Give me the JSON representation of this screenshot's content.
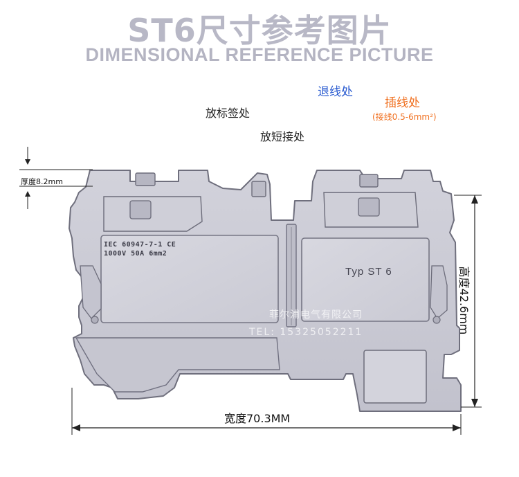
{
  "title": {
    "chinese": "ST6尺寸参考图片",
    "english": "DIMENSIONAL REFERENCE PICTURE"
  },
  "callouts": {
    "label_position": "放标签处",
    "short_connection": "放短接处",
    "release_point": "退线处",
    "insert_point": "插线处",
    "wire_range": "(接线0.5-6mm²)"
  },
  "dimensions": {
    "thickness": "厚度8.2mm",
    "width": "宽度70.3MM",
    "height": "高度42.6mm"
  },
  "part_markings": {
    "standard": "IEC 60947-7-1 CE",
    "rating": "1000V 50A 6mm2",
    "type": "Typ ST 6"
  },
  "watermark": {
    "company": "菲尔浦电气有限公司",
    "phone": "TEL: 15325052211"
  },
  "colors": {
    "title": "#b8b8c6",
    "release_label": "#2a5bd0",
    "insert_label": "#f07020",
    "part_body": "#c9c9d3",
    "part_outline": "#6f6f7d"
  }
}
